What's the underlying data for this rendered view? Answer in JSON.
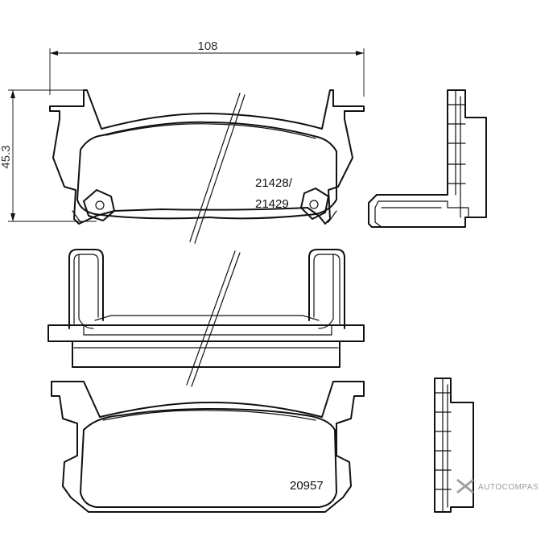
{
  "dimensions": {
    "width_label": "108",
    "height_label": "45.3"
  },
  "part_numbers": {
    "upper_line1": "21428/",
    "upper_line2": "21429",
    "lower": "20957"
  },
  "watermark": {
    "text": "AUTOCOMPAS",
    "color": "#9a9a9a"
  },
  "colors": {
    "line": "#111111",
    "background": "#ffffff"
  }
}
